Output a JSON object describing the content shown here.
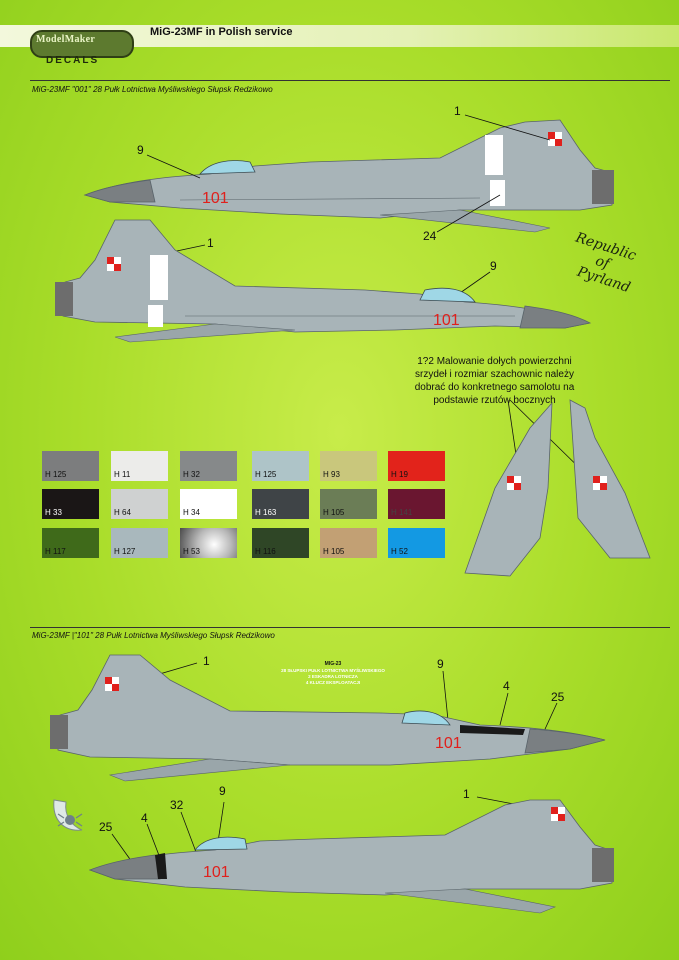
{
  "brand": {
    "logo_main": "ModelMaker",
    "logo_sub": "DECALS"
  },
  "title": "MiG-23MF in Polish service",
  "sections": [
    {
      "caption": "MiG-23MF \"001\" 28 Pułk Lotnictwa Myśliwskiego Słupsk Redzikowo"
    },
    {
      "caption": "MiG-23MF |\"101\" 28 Pułk Lotnictwa Myśliwskiego Słupsk Redzikowo"
    }
  ],
  "aircraft_number": "101",
  "callouts": {
    "c1a": "1",
    "c9a": "9",
    "c24": "24",
    "c1b": "1",
    "c9b": "9",
    "c1c": "1",
    "c9c": "9",
    "c4c": "4",
    "c25c": "25",
    "c1d": "1",
    "c9d": "9",
    "c32d": "32",
    "c4d": "4",
    "c25d": "25"
  },
  "note": "1?2 Malowanie dołych powierzchni srzydeł i rozmiar szachownic należy dobrać do konkretnego samolotu na podstawie rzutów bocznych",
  "signature": {
    "line1": "Republic",
    "line2": "of",
    "line3": "Pyrland"
  },
  "stencil": {
    "title": "MIG-23",
    "line1": "28 SŁUPSKI PUŁK LOTNICTWA MYŚLIWSKIEGO",
    "line2": "2 ESKADRA LOTNICZA",
    "line3": "4 KLUCZ EKSPLOATACJI"
  },
  "colors": {
    "background": "#a9dd2a",
    "camouflage_grey": "#a8b4b8",
    "nose": "#7a7f82",
    "red": "#e0201c"
  },
  "paints": [
    {
      "label": "H 125",
      "color": "#7c7d7e",
      "text": "#111"
    },
    {
      "label": "H 11",
      "color": "#ececea",
      "text": "#111"
    },
    {
      "label": "H 32",
      "color": "#86898a",
      "text": "#111"
    },
    {
      "label": "H 125",
      "color": "#aec4c8",
      "text": "#111"
    },
    {
      "label": "H 93",
      "color": "#c9c77c",
      "text": "#111"
    },
    {
      "label": "H 19",
      "color": "#e2231b",
      "text": "#111"
    },
    {
      "label": "H 33",
      "color": "#1a1616",
      "text": "#fff"
    },
    {
      "label": "H 64",
      "color": "#cfd1d1",
      "text": "#111"
    },
    {
      "label": "H 34",
      "color": "#ffffff",
      "text": "#111"
    },
    {
      "label": "H 163",
      "color": "#3f4447",
      "text": "#fff"
    },
    {
      "label": "H 105",
      "color": "#6b7d56",
      "text": "#111"
    },
    {
      "label": "H 141",
      "color": "#6a1630",
      "text": "#444"
    },
    {
      "label": "H 117",
      "color": "#3f6a1a",
      "text": "#111"
    },
    {
      "label": "H 127",
      "color": "#a9b8bd",
      "text": "#111"
    },
    {
      "label": "H 53",
      "color": "#b8b8b8",
      "text": "#111"
    },
    {
      "label": "H 116",
      "color": "#2f4626",
      "text": "#111"
    },
    {
      "label": "H 105",
      "color": "#c2a074",
      "text": "#111"
    },
    {
      "label": "H 52",
      "color": "#1399e3",
      "text": "#111"
    }
  ]
}
